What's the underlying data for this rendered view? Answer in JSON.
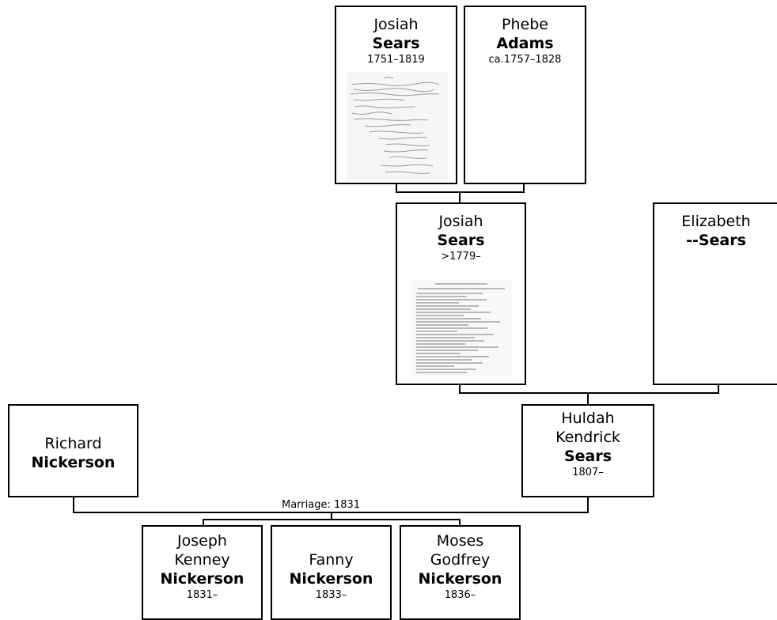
{
  "people": {
    "p1": {
      "given": "Josiah",
      "surname": "Sears",
      "years": "1751–1819",
      "thumbnail": "handwritten-document"
    },
    "p2": {
      "given": "Phebe",
      "surname": "Adams",
      "years": "ca.1757–1828"
    },
    "p3": {
      "given": "Josiah",
      "surname": "Sears",
      "years": ">1779–",
      "thumbnail": "typed-document"
    },
    "p4": {
      "given": "Elizabeth",
      "surname": "--Sears",
      "years": ""
    },
    "p5": {
      "given": "Richard",
      "surname": "Nickerson",
      "years": ""
    },
    "p6": {
      "given": "Huldah\nKendrick",
      "surname": "Sears",
      "years": "1807–"
    },
    "p7": {
      "given": "Joseph\nKenney",
      "surname": "Nickerson",
      "years": "1831–"
    },
    "p8": {
      "given": "Fanny",
      "surname": "Nickerson",
      "years": "1833–"
    },
    "p9": {
      "given": "Moses\nGodfrey",
      "surname": "Nickerson",
      "years": "1836–"
    }
  },
  "marriage_label": "Marriage: 1831"
}
